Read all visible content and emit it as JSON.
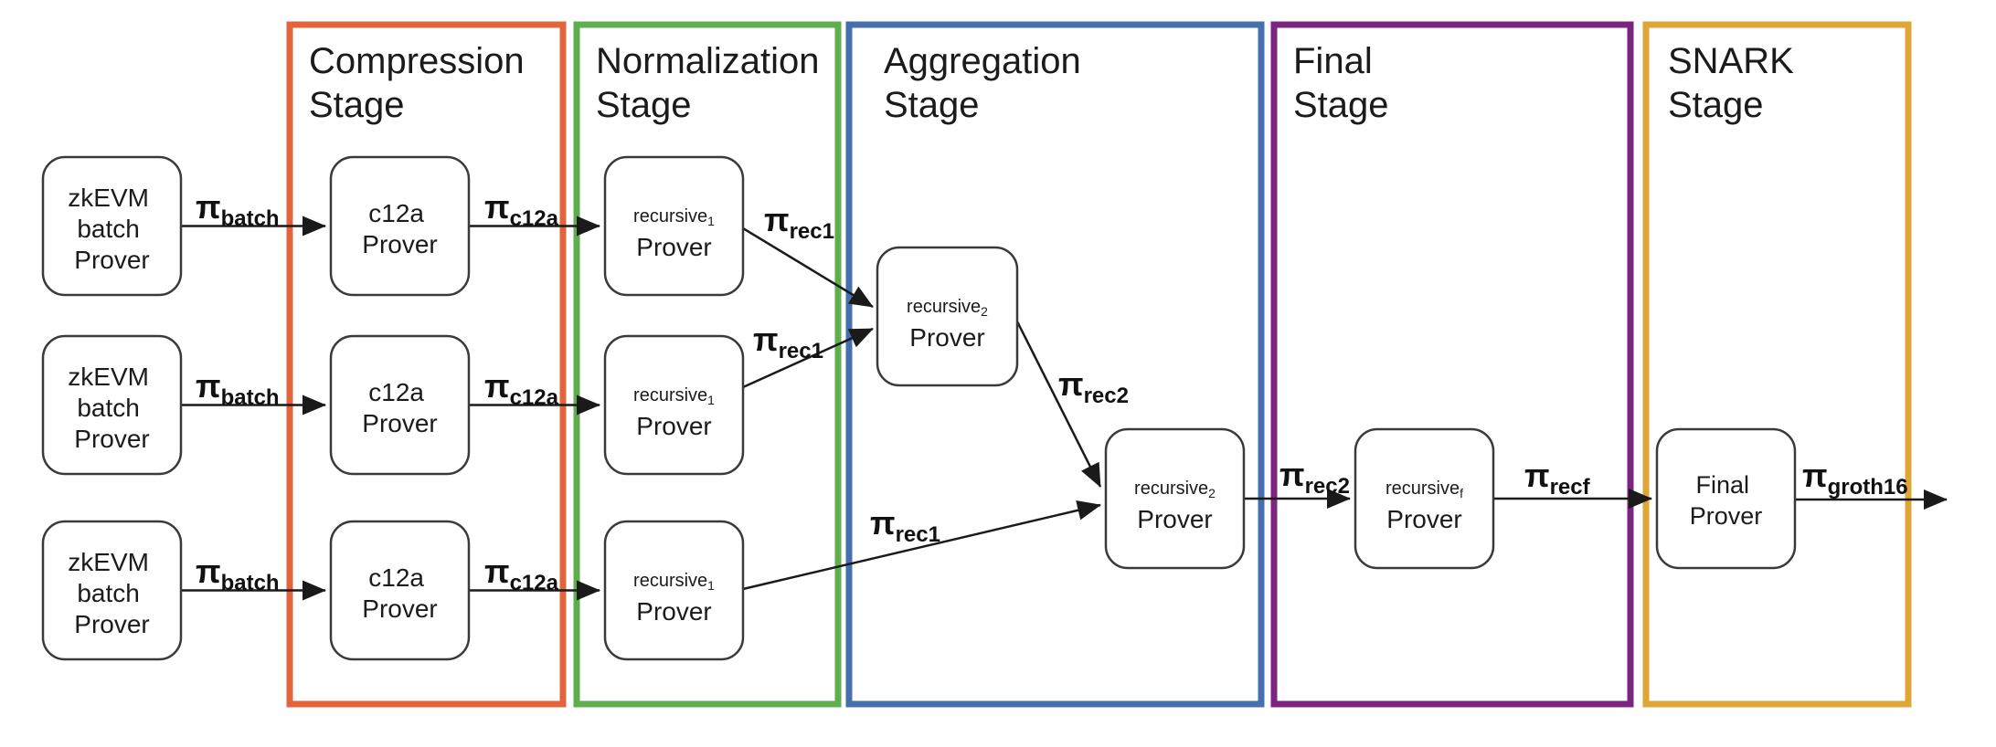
{
  "diagram": {
    "pi_symbol": "π",
    "stages": [
      {
        "id": "compression",
        "title": [
          "Compression",
          "Stage"
        ],
        "color": "#e2643c"
      },
      {
        "id": "normalization",
        "title": [
          "Normalization",
          "Stage"
        ],
        "color": "#5fae4e"
      },
      {
        "id": "aggregation",
        "title": [
          "Aggregation",
          "Stage"
        ],
        "color": "#4470ad"
      },
      {
        "id": "final",
        "title": [
          "Final",
          "Stage"
        ],
        "color": "#7c2482"
      },
      {
        "id": "snark",
        "title": [
          "SNARK",
          "Stage"
        ],
        "color": "#dfa637"
      }
    ],
    "nodes": {
      "zkevm_batch_prover": {
        "lines": [
          "zkEVM",
          "batch",
          "Prover"
        ]
      },
      "c12a_prover": {
        "lines": [
          "c12a",
          "Prover"
        ]
      },
      "recursive1_prover": {
        "name": "recursive",
        "sub": "1",
        "line2": "Prover"
      },
      "recursive2_prover": {
        "name": "recursive",
        "sub": "2",
        "line2": "Prover"
      },
      "recursivef_prover": {
        "name": "recursive",
        "sub": "f",
        "line2": "Prover"
      },
      "final_prover": {
        "lines": [
          "Final",
          "Prover"
        ]
      }
    },
    "edges": [
      {
        "from": "zkEVM batch Prover 1",
        "to": "c12a Prover 1",
        "sub": "batch"
      },
      {
        "from": "zkEVM batch Prover 2",
        "to": "c12a Prover 2",
        "sub": "batch"
      },
      {
        "from": "zkEVM batch Prover 3",
        "to": "c12a Prover 3",
        "sub": "batch"
      },
      {
        "from": "c12a Prover 1",
        "to": "recursive1 Prover 1",
        "sub": "c12a"
      },
      {
        "from": "c12a Prover 2",
        "to": "recursive1 Prover 2",
        "sub": "c12a"
      },
      {
        "from": "c12a Prover 3",
        "to": "recursive1 Prover 3",
        "sub": "c12a"
      },
      {
        "from": "recursive1 Prover 1",
        "to": "recursive2 Prover 1",
        "sub": "rec1"
      },
      {
        "from": "recursive1 Prover 2",
        "to": "recursive2 Prover 1",
        "sub": "rec1"
      },
      {
        "from": "recursive1 Prover 3",
        "to": "recursive2 Prover 2",
        "sub": "rec1"
      },
      {
        "from": "recursive2 Prover 1",
        "to": "recursive2 Prover 2",
        "sub": "rec2"
      },
      {
        "from": "recursive2 Prover 2",
        "to": "recursivef Prover",
        "sub": "rec2"
      },
      {
        "from": "recursivef Prover",
        "to": "Final Prover",
        "sub": "recf"
      },
      {
        "from": "Final Prover",
        "to": "output",
        "sub": "groth16"
      }
    ]
  }
}
